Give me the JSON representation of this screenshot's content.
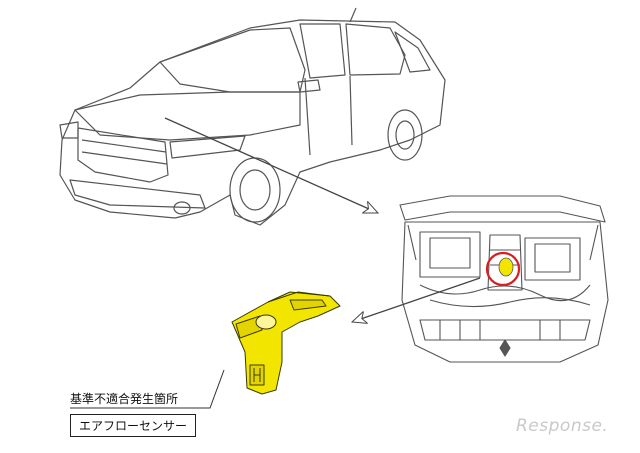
{
  "labels": {
    "defect_location": "基準不適合発生箇所",
    "part_name": "エアフローセンサー"
  },
  "watermark": {
    "text": "Response."
  },
  "colors": {
    "line": "#555555",
    "sensor_fill": "#f2e600",
    "highlight_ring": "#d81e1e",
    "watermark": "#c9c9c9"
  },
  "icons": {
    "car": "suv-outline-illustration",
    "engine_bay": "engine-bay-illustration",
    "sensor": "air-flow-sensor-illustration"
  }
}
